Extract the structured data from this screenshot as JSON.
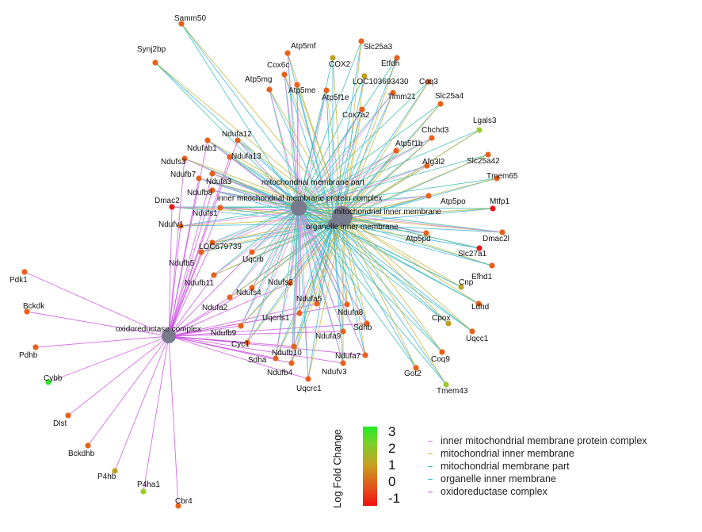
{
  "colors": {
    "inner_protein_complex": "#e887e8",
    "mito_inner_membrane": "#c8b43a",
    "mito_membrane_part": "#3bbfaf",
    "organelle_inner_membrane": "#38b5e0",
    "oxidoreductase_complex": "#cc55e0",
    "hub_node": "#7a7a8e",
    "node_up_strong": "#2ee82e",
    "node_up_mild": "#9ccc2a",
    "node_neutral": "#c0a020",
    "node_down": "#e8601a",
    "node_down_strong": "#e81818"
  },
  "hubs": [
    {
      "id": "hub_membrane_part",
      "label": "mitochondrial membrane part"
    },
    {
      "id": "hub_inner_protein_complex",
      "label": "inner mitochondrial membrane protein complex"
    },
    {
      "id": "hub_mito_inner_membrane",
      "label": "mitochondrial inner membrane"
    },
    {
      "id": "hub_organelle_inner_membrane",
      "label": "organelle inner membrane"
    },
    {
      "id": "hub_oxidoreductase",
      "label": "oxidoreductase complex"
    }
  ],
  "genes": [
    "Samm50",
    "Synj2bp",
    "Atp5mf",
    "Slc25a3",
    "Cox6c",
    "COX2",
    "Etfdh",
    "Atp5mg",
    "LOC103693430",
    "Coq3",
    "Atp5me",
    "Atp5f1e",
    "Timm21",
    "Slc25a4",
    "Cox7a2",
    "Lgals3",
    "Chchd3",
    "Atp5f1b",
    "Ndufa12",
    "Ndufab1",
    "Ndufa13",
    "Ndufs3",
    "Slc25a42",
    "Afg3l2",
    "Tmem65",
    "Ndufb7",
    "Ndufa3",
    "Ndufb8",
    "Dmac2",
    "Atp5po",
    "Mtfp1",
    "Ndufs1",
    "Ndufv1",
    "Atp5pd",
    "Dmac2l",
    "LOC679739",
    "Slc27a1",
    "Ndufb5",
    "Uqcrb",
    "Efhd1",
    "Ndufb11",
    "Cnp",
    "Ndufs2",
    "Ndufa2",
    "Ndufs4",
    "Ldhd",
    "Ndufa5",
    "Pdk1",
    "Ndufa8",
    "Bckdk",
    "Cpox",
    "Uqcrfs1",
    "Sdhb",
    "Ndufb9",
    "Uqcc1",
    "Ndufa9",
    "Cyc1",
    "Ndufb10",
    "Ndufa7",
    "Pdhb",
    "Sdha",
    "Coq9",
    "Cybb",
    "Ndufb4",
    "Ndufv3",
    "Got2",
    "Uqcrc1",
    "Tmem43",
    "Dlst",
    "Bckdhb",
    "P4hb",
    "P4ha1",
    "Cbr4"
  ],
  "gene_fold_change": {
    "Samm50": -0.6,
    "Synj2bp": -0.6,
    "Atp5mf": -0.6,
    "Slc25a3": -0.6,
    "Cox6c": -0.6,
    "COX2": 0.0,
    "Etfdh": -0.6,
    "Atp5mg": -0.6,
    "LOC103693430": 0.0,
    "Coq3": -0.6,
    "Atp5me": -0.6,
    "Atp5f1e": -0.6,
    "Timm21": -0.6,
    "Slc25a4": -0.6,
    "Cox7a2": -0.6,
    "Lgals3": 2.0,
    "Chchd3": -0.6,
    "Atp5f1b": -0.6,
    "Ndufa12": -0.6,
    "Ndufab1": -0.6,
    "Ndufa13": -0.6,
    "Ndufs3": -0.6,
    "Slc25a42": -0.6,
    "Afg3l2": -0.6,
    "Tmem65": -0.6,
    "Ndufb7": -0.6,
    "Ndufa3": -0.6,
    "Ndufb8": -0.6,
    "Dmac2": -1.0,
    "Atp5po": -0.6,
    "Mtfp1": -1.0,
    "Ndufs1": -0.6,
    "Ndufv1": -0.6,
    "Atp5pd": -0.6,
    "Dmac2l": -0.6,
    "LOC679739": -0.6,
    "Slc27a1": -1.0,
    "Ndufb5": -0.6,
    "Uqcrb": -0.6,
    "Efhd1": -0.6,
    "Ndufb11": -0.6,
    "Cnp": 0.4,
    "Ndufs2": -0.6,
    "Ndufa2": -0.6,
    "Ndufs4": -0.6,
    "Ldhd": -0.6,
    "Ndufa5": -0.6,
    "Pdk1": -0.6,
    "Ndufa8": -0.6,
    "Bckdk": -0.6,
    "Cpox": 0.4,
    "Uqcrfs1": -0.6,
    "Sdhb": -0.6,
    "Ndufb9": -0.6,
    "Uqcc1": -0.6,
    "Ndufa9": -0.6,
    "Cyc1": -0.6,
    "Ndufb10": -0.6,
    "Ndufa7": -0.6,
    "Pdhb": -0.6,
    "Sdha": -0.6,
    "Coq9": -0.6,
    "Cybb": 3.0,
    "Ndufb4": -0.6,
    "Ndufv3": -0.6,
    "Got2": -0.6,
    "Uqcrc1": -0.6,
    "Tmem43": 1.8,
    "Dlst": -0.6,
    "Bckdhb": -0.6,
    "P4hb": 0.4,
    "P4ha1": 2.0,
    "Cbr4": -0.6
  },
  "legend": {
    "items": [
      {
        "label": "inner mitochondrial membrane protein complex",
        "color_key": "inner_protein_complex"
      },
      {
        "label": "mitochondrial inner membrane",
        "color_key": "mito_inner_membrane"
      },
      {
        "label": "mitochondrial membrane part",
        "color_key": "mito_membrane_part"
      },
      {
        "label": "organelle inner membrane",
        "color_key": "organelle_inner_membrane"
      },
      {
        "label": "oxidoreductase complex",
        "color_key": "oxidoreductase_complex"
      }
    ]
  },
  "colorbar": {
    "title": "Log Fold Change",
    "ticks": [
      "3",
      "2",
      "1",
      "0",
      "-1"
    ]
  }
}
